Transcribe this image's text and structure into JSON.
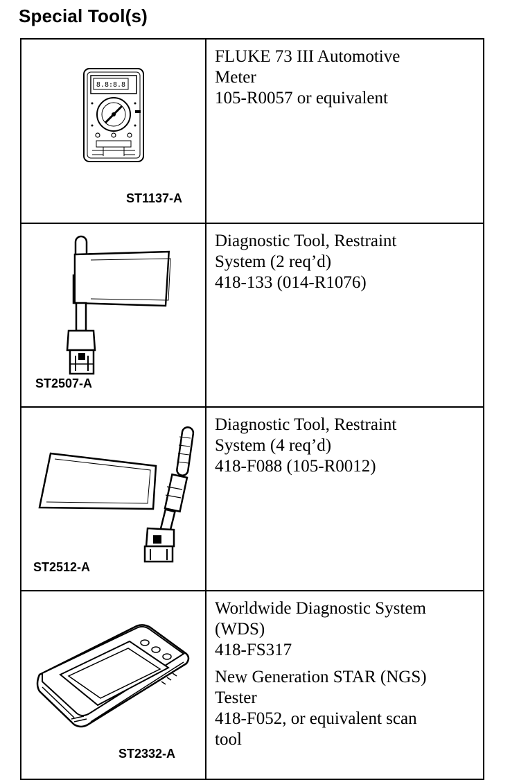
{
  "page": {
    "title": "Special Tool(s)"
  },
  "tools": [
    {
      "code": "ST1137-A",
      "icon": "multimeter-icon",
      "lines": [
        "FLUKE 73 III Automotive",
        "Meter",
        "105-R0057 or equivalent"
      ],
      "meter_display": "8.8:8.8"
    },
    {
      "code": "ST2507-A",
      "icon": "restraint-diagnostic-tool-icon",
      "lines": [
        "Diagnostic Tool, Restraint",
        "System (2 req’d)",
        "418-133 (014-R1076)"
      ]
    },
    {
      "code": "ST2512-A",
      "icon": "restraint-diagnostic-tool-icon",
      "lines": [
        "Diagnostic Tool, Restraint",
        "System (4 req’d)",
        "418-F088 (105-R0012)"
      ]
    },
    {
      "code": "ST2332-A",
      "icon": "diagnostic-tablet-icon",
      "lines": [
        "Worldwide Diagnostic System",
        "(WDS)",
        "418-FS317"
      ],
      "lines_extra": [
        "New Generation STAR (NGS)",
        "Tester",
        "418-F052, or equivalent scan",
        "tool"
      ]
    }
  ]
}
